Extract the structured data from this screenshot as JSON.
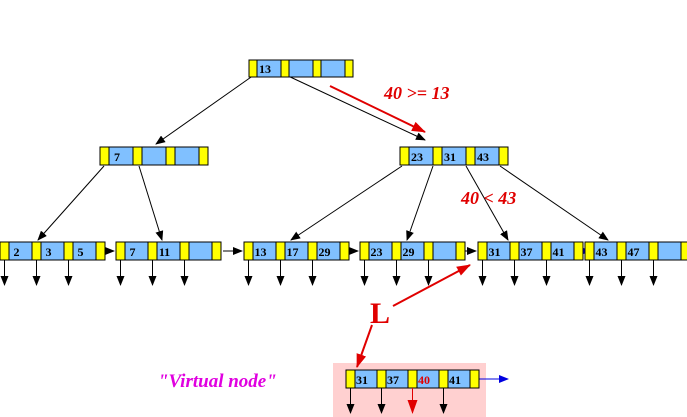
{
  "colors": {
    "pointer_slot": "#ffff00",
    "key_slot": "#80c0ff",
    "edge": "#000000",
    "annotation": "#e00000",
    "virtual_label": "#e000e0",
    "leaf_link": "#0000e0",
    "virtual_bg": "#ffd0d0"
  },
  "nodes": {
    "root": {
      "keys": [
        "13",
        "",
        ""
      ]
    },
    "internal_left": {
      "keys": [
        "7",
        "",
        ""
      ]
    },
    "internal_right": {
      "keys": [
        "23",
        "31",
        "43"
      ]
    },
    "leaf_1": {
      "keys": [
        "2",
        "3",
        "5"
      ]
    },
    "leaf_2": {
      "keys": [
        "7",
        "11",
        ""
      ]
    },
    "leaf_3": {
      "keys": [
        "13",
        "17",
        "29"
      ]
    },
    "leaf_4": {
      "keys": [
        "23",
        "29",
        ""
      ]
    },
    "leaf_5": {
      "keys": [
        "31",
        "37",
        "41"
      ]
    },
    "leaf_6": {
      "keys": [
        "43",
        "47",
        ""
      ]
    },
    "virtual": {
      "keys": [
        "31",
        "37",
        "40",
        "41"
      ],
      "highlight_index": 2
    }
  },
  "annotations": {
    "compare_root": "40 >= 13",
    "compare_internal": "40 < 43",
    "leaf_label": "L",
    "virtual_label": "\"Virtual node\""
  }
}
